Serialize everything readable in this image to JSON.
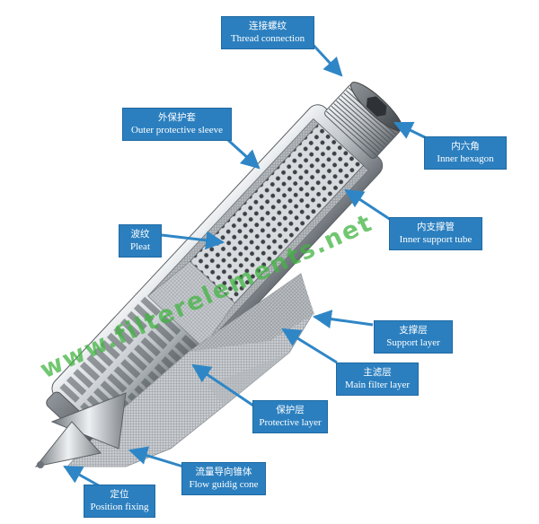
{
  "colors": {
    "callout_bg": "#2b7fbf",
    "arrow": "#2f86c6",
    "metal_light": "#e4e7ea",
    "metal_mid": "#a9aeb3",
    "metal_dark": "#5d6368",
    "watermark": "#42b442"
  },
  "watermark": {
    "text": "www.filterelements.net"
  },
  "callouts": {
    "thread": {
      "zh": "连接螺纹",
      "en": "Thread connection"
    },
    "hexagon": {
      "zh": "内六角",
      "en": "Inner hexagon"
    },
    "sleeve": {
      "zh": "外保护套",
      "en": "Outer protective sleeve"
    },
    "tube": {
      "zh": "内支撑管",
      "en": "Inner support tube"
    },
    "pleat": {
      "zh": "波纹",
      "en": "Pleat"
    },
    "support": {
      "zh": "支撑层",
      "en": "Support layer"
    },
    "mainfilter": {
      "zh": "主滤层",
      "en": "Main filter layer"
    },
    "protective": {
      "zh": "保护层",
      "en": "Protective layer"
    },
    "cone": {
      "zh": "流量导向锥体",
      "en": "Flow guidig cone"
    },
    "position": {
      "zh": "定位",
      "en": "Position fixing"
    }
  }
}
